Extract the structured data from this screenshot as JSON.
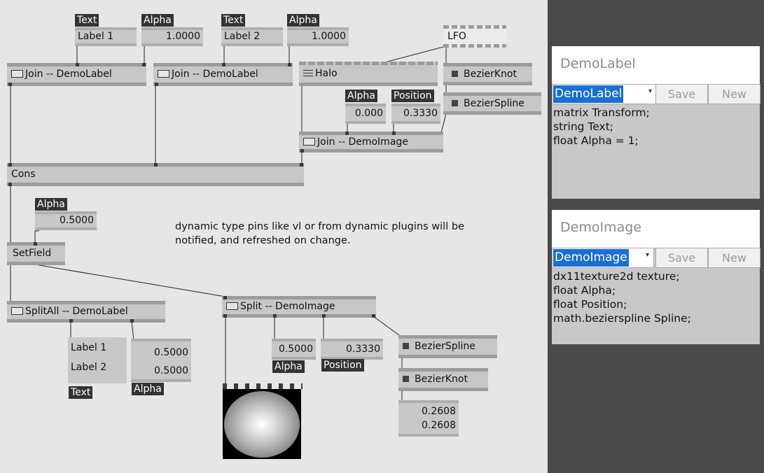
{
  "patch": {
    "top_row": {
      "text1": {
        "tag": "Text",
        "value": "Label 1"
      },
      "alpha1": {
        "tag": "Alpha",
        "value": "1.0000"
      },
      "text2": {
        "tag": "Text",
        "value": "Label 2"
      },
      "alpha2": {
        "tag": "Alpha",
        "value": "1.0000"
      },
      "lfo": "LFO"
    },
    "nodes": {
      "join_label_1": "Join  --  DemoLabel",
      "join_label_2": "Join  --  DemoLabel",
      "halo": "Halo",
      "bezier_knot_top": "BezierKnot",
      "bezier_spline_top": "BezierSpline",
      "join_image": "Join  --  DemoImage",
      "cons": "Cons",
      "setfield": "SetField",
      "splitall": "SplitAll  --  DemoLabel",
      "split_image": "Split  --  DemoImage",
      "bezier_spline_bottom": "BezierSpline",
      "bezier_knot_bottom": "BezierKnot"
    },
    "halo_inputs": {
      "alpha": {
        "tag": "Alpha",
        "value": "0.000"
      },
      "position": {
        "tag": "Position",
        "value": "0.3330"
      }
    },
    "setfield_alpha": {
      "tag": "Alpha",
      "value": "0.5000"
    },
    "comment": "dynamic type pins like vl or from dynamic plugins will be notified, and refreshed on change.",
    "splitall_outputs": {
      "text_values": [
        "Label 1",
        "Label 2"
      ],
      "text_tag": "Text",
      "alpha_values": [
        "0.5000",
        "0.5000"
      ],
      "alpha_tag": "Alpha"
    },
    "split_outputs": {
      "alpha": {
        "tag": "Alpha",
        "value": "0.5000"
      },
      "position": {
        "tag": "Position",
        "value": "0.3330"
      }
    },
    "knot_values": [
      "0.2608",
      "0.2608"
    ]
  },
  "panels": {
    "demolabel": {
      "title": "DemoLabel",
      "selected": "DemoLabel",
      "save": "Save",
      "new": "New",
      "code": "matrix Transform;\nstring Text;\nfloat Alpha = 1;"
    },
    "demoimage": {
      "title": "DemoImage",
      "selected": "DemoImage",
      "save": "Save",
      "new": "New",
      "code": "dx11texture2d texture;\nfloat Alpha;\nfloat Position;\nmath.bezierspline Spline;"
    }
  },
  "colors": {
    "canvas": "#e6e6e6",
    "sidebar": "#4b4a48",
    "node": "#c7c7c7",
    "tag": "#333333",
    "selection": "#1a6fd1"
  }
}
